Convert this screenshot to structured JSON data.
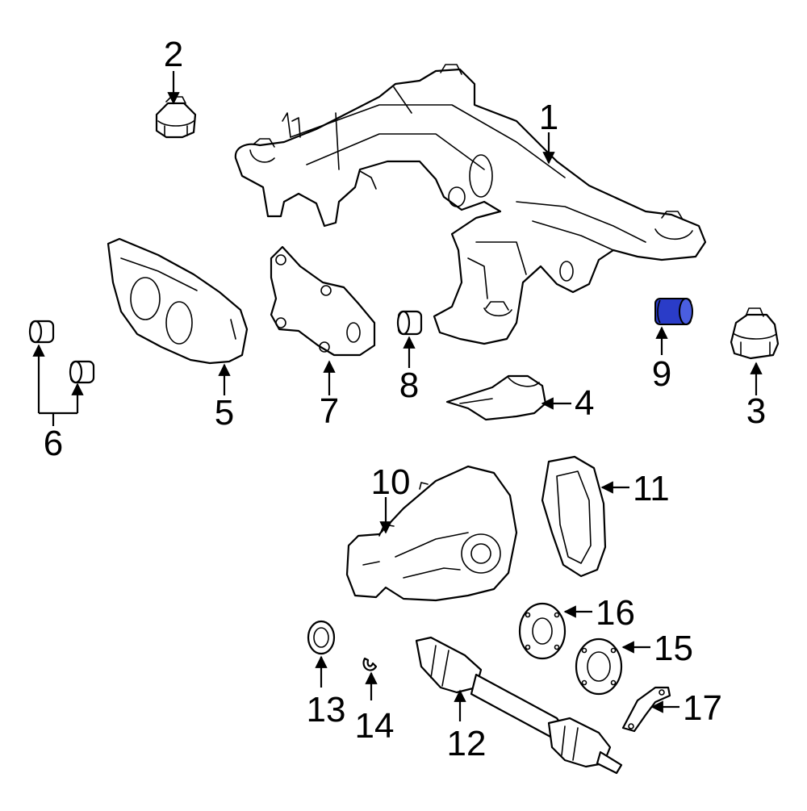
{
  "diagram": {
    "callouts": [
      {
        "id": "1",
        "label": "1"
      },
      {
        "id": "2",
        "label": "2"
      },
      {
        "id": "3",
        "label": "3"
      },
      {
        "id": "4",
        "label": "4"
      },
      {
        "id": "5",
        "label": "5"
      },
      {
        "id": "6",
        "label": "6"
      },
      {
        "id": "7",
        "label": "7"
      },
      {
        "id": "8",
        "label": "8"
      },
      {
        "id": "9",
        "label": "9"
      },
      {
        "id": "10",
        "label": "10"
      },
      {
        "id": "11",
        "label": "11"
      },
      {
        "id": "12",
        "label": "12"
      },
      {
        "id": "13",
        "label": "13"
      },
      {
        "id": "14",
        "label": "14"
      },
      {
        "id": "15",
        "label": "15"
      },
      {
        "id": "16",
        "label": "16"
      },
      {
        "id": "17",
        "label": "17"
      }
    ],
    "highlight_part": "9",
    "highlight_color": "#2a3cc8"
  }
}
